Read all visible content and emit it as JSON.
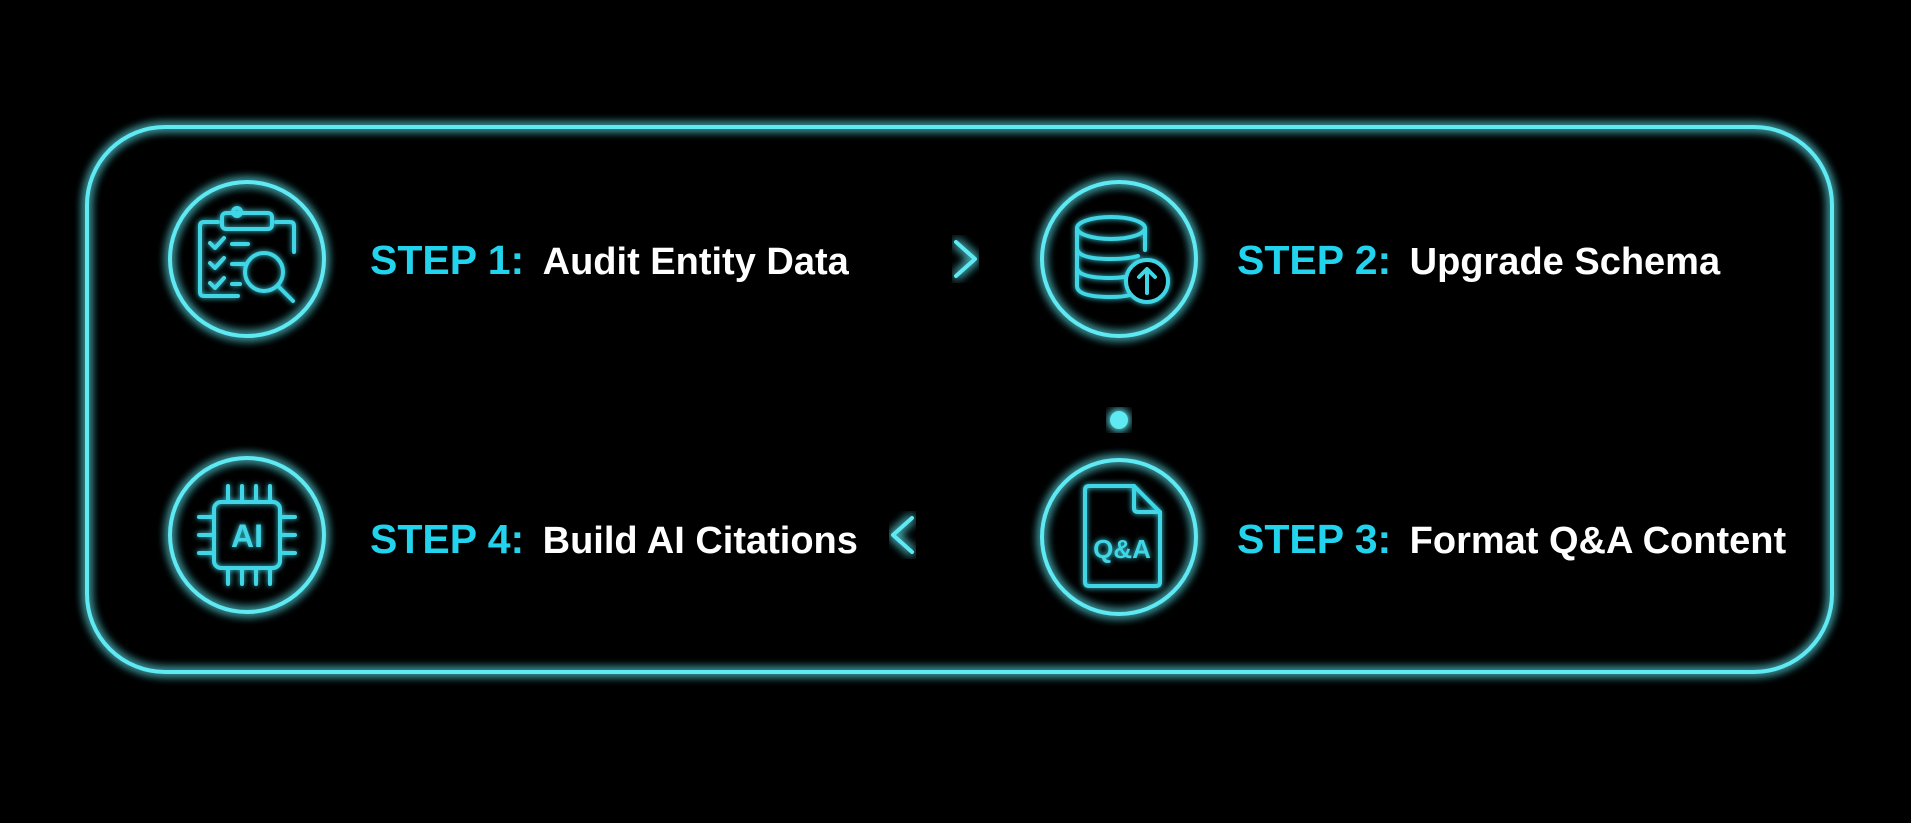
{
  "colors": {
    "background": "#000000",
    "accent": "#21d3ec",
    "glow": "#5ee9f2",
    "title_text": "#ffffff"
  },
  "steps": [
    {
      "number": "STEP 1:",
      "title": "Audit Entity Data",
      "icon": "clipboard-magnifier-icon"
    },
    {
      "number": "STEP 2:",
      "title": "Upgrade Schema",
      "icon": "database-upload-icon"
    },
    {
      "number": "STEP 3:",
      "title": "Format Q&A Content",
      "icon": "qa-document-icon",
      "icon_text": "Q&A"
    },
    {
      "number": "STEP 4:",
      "title": "Build AI Citations",
      "icon": "ai-chip-icon",
      "icon_text": "AI"
    }
  ],
  "connectors": [
    {
      "from": "STEP 1:",
      "to": "STEP 2:",
      "icon": "arrow-right-icon"
    },
    {
      "from": "STEP 2:",
      "to": "STEP 3:",
      "icon": "dot-connector-icon"
    },
    {
      "from": "STEP 3:",
      "to": "STEP 4:",
      "icon": "arrow-left-icon"
    }
  ]
}
